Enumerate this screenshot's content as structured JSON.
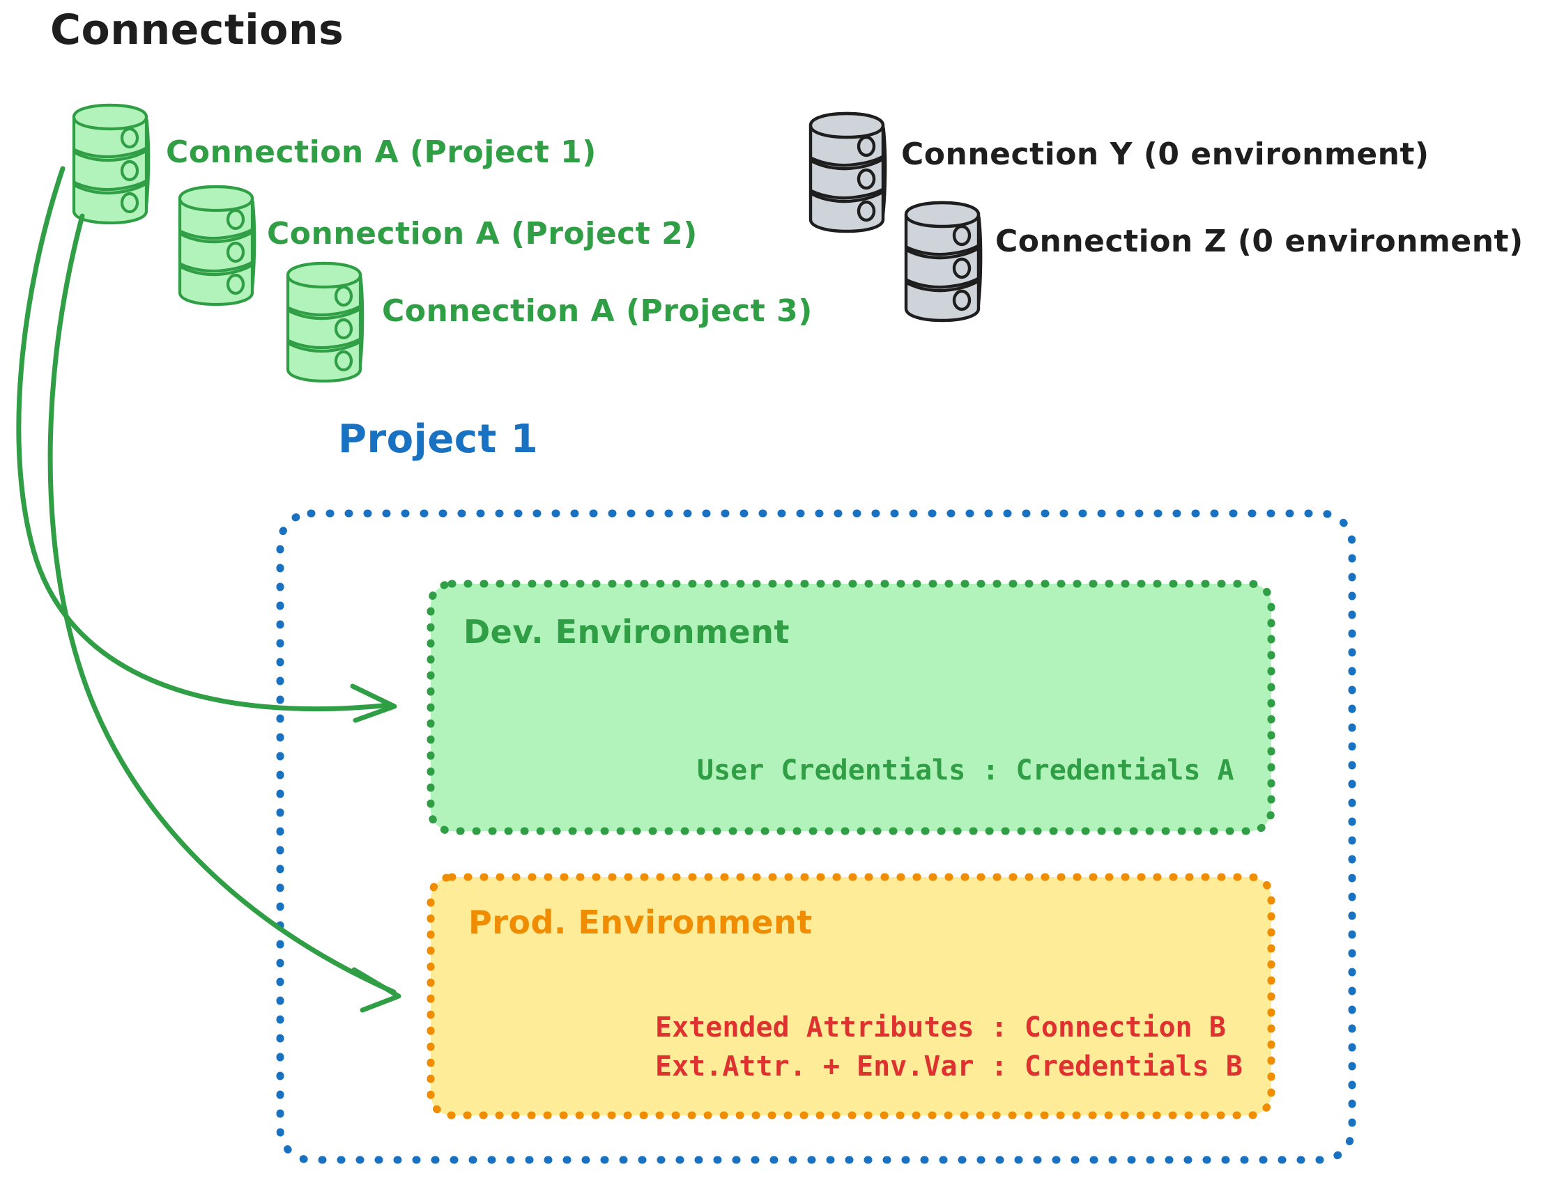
{
  "diagram": {
    "heading": "Connections",
    "colors": {
      "green_stroke": "#2f9e44",
      "green_fill": "#b2f2bb",
      "gray_stroke": "#1e1e1e",
      "gray_fill": "#ced4da",
      "blue": "#1971c2",
      "orange": "#f08c00",
      "yellow_fill": "#ffec99",
      "red": "#e03131",
      "black": "#1e1e1e",
      "background": "#ffffff"
    },
    "connections": [
      {
        "icon": "database-cylinder-icon",
        "label": "Connection A (Project 1)",
        "style": "green"
      },
      {
        "icon": "database-cylinder-icon",
        "label": "Connection A (Project 2)",
        "style": "green"
      },
      {
        "icon": "database-cylinder-icon",
        "label": "Connection A (Project 3)",
        "style": "green"
      },
      {
        "icon": "database-cylinder-icon",
        "label": "Connection Y (0 environment)",
        "style": "gray"
      },
      {
        "icon": "database-cylinder-icon",
        "label": "Connection Z (0 environment)",
        "style": "gray"
      }
    ],
    "project": {
      "title": "Project 1",
      "environments": [
        {
          "name": "Dev. Environment",
          "accent": "#2f9e44",
          "fill": "#b2f2bb",
          "lines": [
            "User Credentials : Credentials A"
          ]
        },
        {
          "name": "Prod. Environment",
          "accent": "#f08c00",
          "fill": "#ffec99",
          "lines": [
            "Extended Attributes : Connection B",
            "Ext.Attr. + Env.Var : Credentials B"
          ]
        }
      ]
    },
    "arrows": [
      {
        "name": "arrow-connection-a1-to-dev-environment",
        "from": "Connection A (Project 1)",
        "to": "Dev. Environment"
      },
      {
        "name": "arrow-connection-a1-to-prod-environment",
        "from": "Connection A (Project 1)",
        "to": "Prod. Environment"
      }
    ]
  }
}
